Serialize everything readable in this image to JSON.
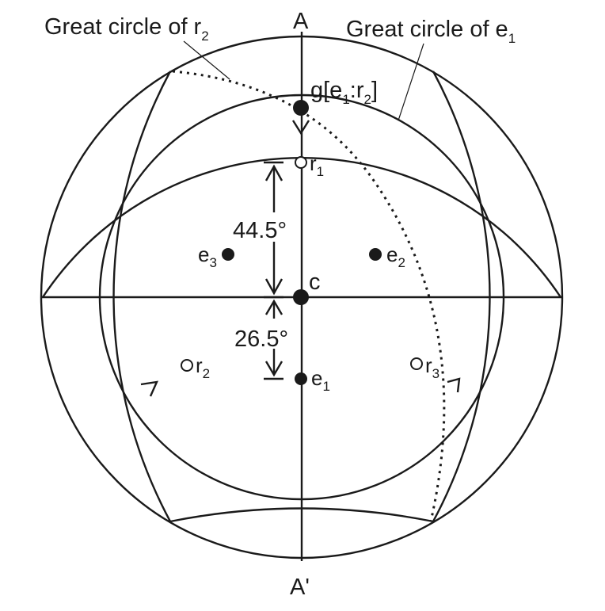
{
  "labels": {
    "top": "A",
    "bottom": "A'",
    "center": "c",
    "gc_r2_main": "Great circle of r",
    "gc_r2_sub": "2",
    "gc_e1_main": "Great circle of e",
    "gc_e1_sub": "1",
    "g_open": "g[e",
    "g_sub1": "1",
    "g_colon": ":r",
    "g_sub2": "2",
    "g_close": "]"
  },
  "points": [
    {
      "id": "r1",
      "name": "r",
      "sub": "1",
      "type": "open"
    },
    {
      "id": "r2",
      "name": "r",
      "sub": "2",
      "type": "open"
    },
    {
      "id": "r3",
      "name": "r",
      "sub": "3",
      "type": "open"
    },
    {
      "id": "e1",
      "name": "e",
      "sub": "1",
      "type": "filled"
    },
    {
      "id": "e2",
      "name": "e",
      "sub": "2",
      "type": "filled"
    },
    {
      "id": "e3",
      "name": "e",
      "sub": "3",
      "type": "filled"
    }
  ],
  "angles": {
    "upper": "44.5°",
    "lower": "26.5°"
  }
}
